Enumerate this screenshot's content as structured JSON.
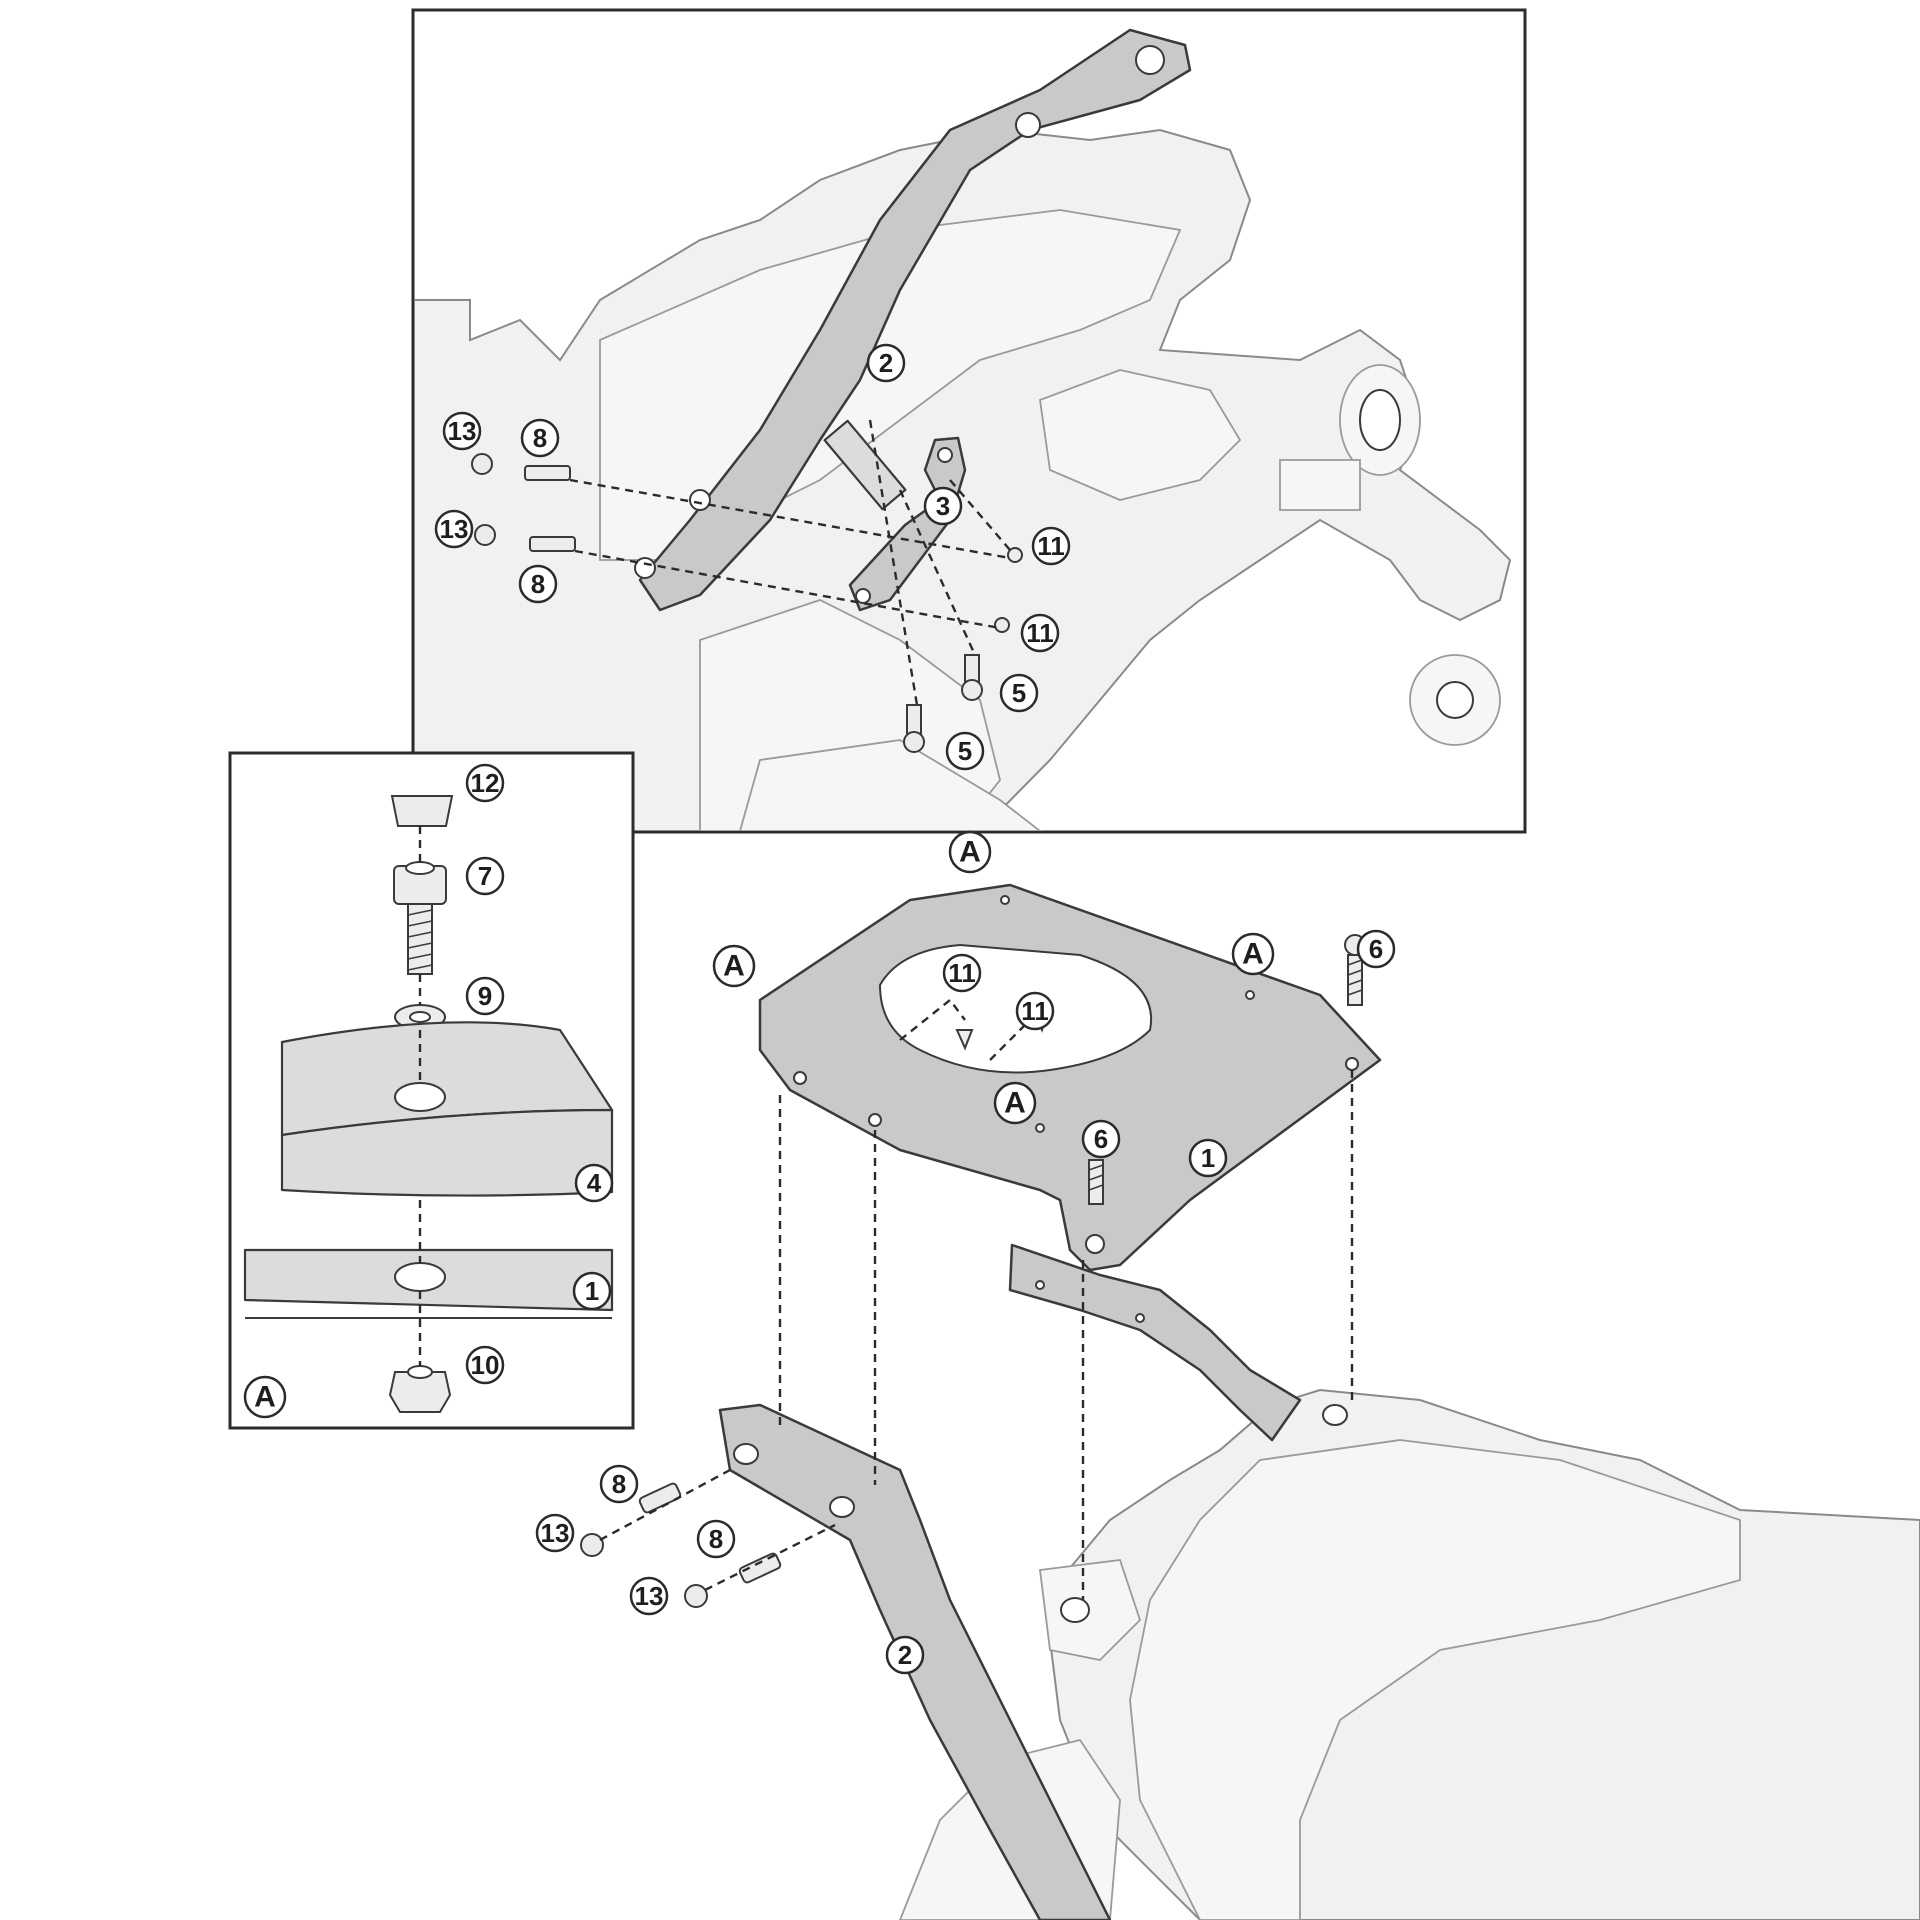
{
  "callouts_top": [
    "2",
    "13",
    "8",
    "13",
    "8",
    "3",
    "11",
    "11",
    "5",
    "5"
  ],
  "callouts_detail": [
    "12",
    "7",
    "9",
    "4",
    "1",
    "10"
  ],
  "detail_label": "A",
  "callouts_bottom": [
    "A",
    "A",
    "A",
    "A",
    "6",
    "11",
    "11",
    "6",
    "1",
    "8",
    "13",
    "8",
    "13",
    "2"
  ]
}
